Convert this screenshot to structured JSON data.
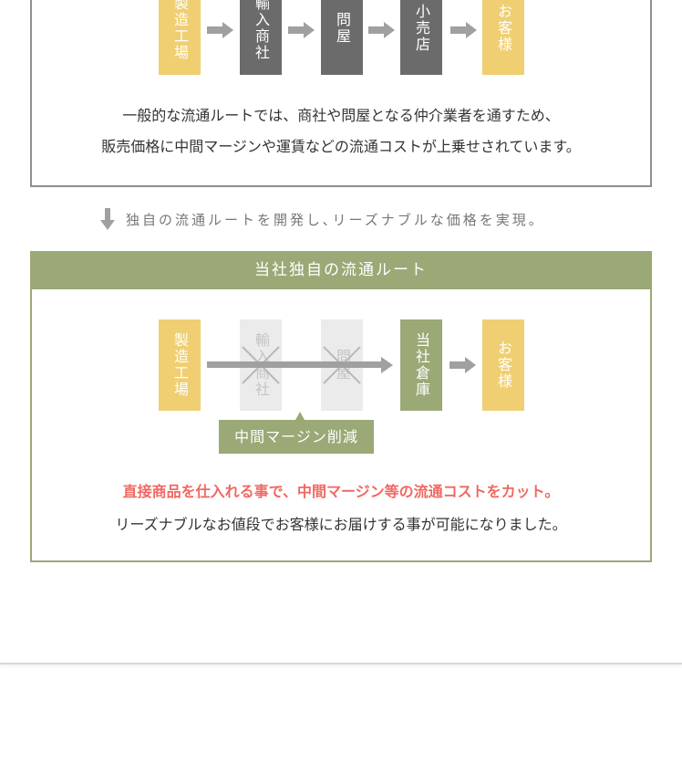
{
  "general_route": {
    "steps": [
      "製造工場",
      "輸入商社",
      "問屋",
      "小売店",
      "お客様"
    ],
    "description_line1": "一般的な流通ルートでは、商社や問屋となる仲介業者を通すため、",
    "description_line2": "販売価格に中間マージンや運賃などの流通コストが上乗せされています。"
  },
  "transition_note": "独自の流通ルートを開発し､リーズナブルな価格を実現。",
  "own_route": {
    "title": "当社独自の流通ルート",
    "steps": [
      "製造工場",
      "輸入商社",
      "問屋",
      "当社倉庫",
      "お客様"
    ],
    "margin_label": "中間マージン削減",
    "highlight": "直接商品を仕入れる事で、中間マージン等の流通コストをカット。",
    "summary": "リーズナブルなお値段でお客様にお届けする事が可能になりました。"
  },
  "colors": {
    "yellow": "#efcf72",
    "dark": "#6b6b6b",
    "green": "#9aa976",
    "red": "#f06862",
    "arrow": "#a0a0a0"
  }
}
